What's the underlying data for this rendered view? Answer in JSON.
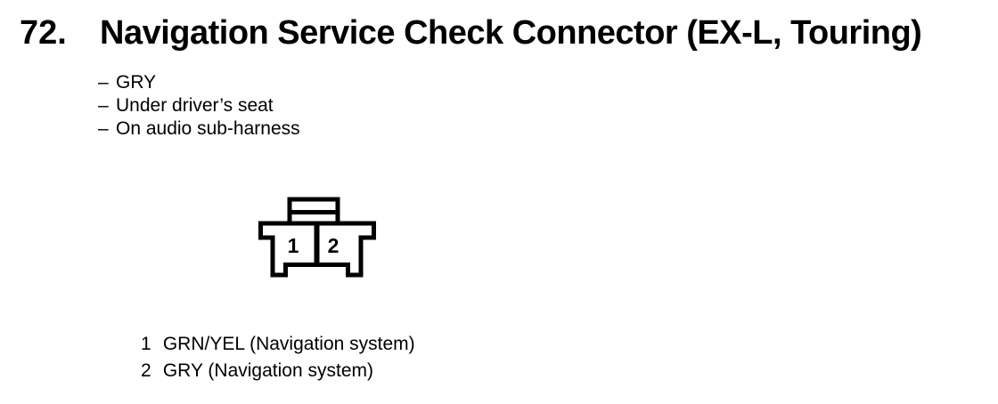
{
  "page": {
    "background": "#ffffff",
    "text_color": "#000000"
  },
  "heading": {
    "number": "72.",
    "title": "Navigation Service Check Connector (EX-L, Touring)"
  },
  "details": {
    "bullet": "–",
    "items": [
      "GRY",
      "Under driver’s seat",
      "On audio sub-harness"
    ]
  },
  "connector": {
    "description": "2-pin connector, front view, gray",
    "pins": [
      "1",
      "2"
    ]
  },
  "pinout": {
    "rows": [
      {
        "pin": "1",
        "wire": "GRN/YEL (Navigation system)"
      },
      {
        "pin": "2",
        "wire": "GRY (Navigation system)"
      }
    ]
  }
}
